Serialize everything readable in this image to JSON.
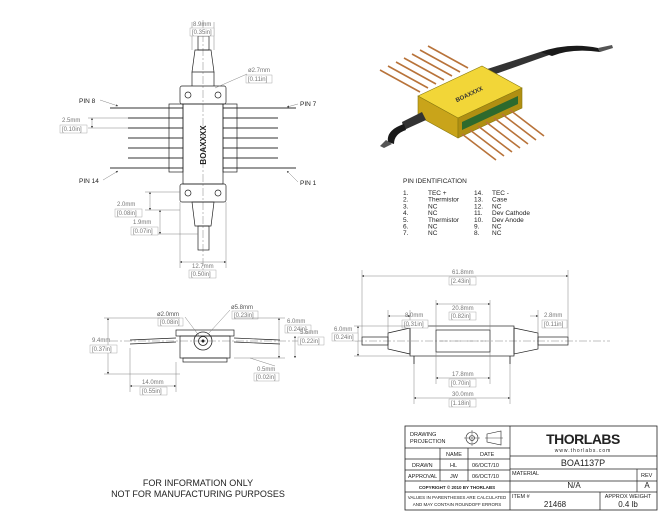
{
  "top_view": {
    "width_top": {
      "mm": "8.9mm",
      "in": "[0.35in]"
    },
    "dia_fiber": {
      "mm": "ø2.7mm",
      "in": "[0.11in]"
    },
    "pin8": "PIN 8",
    "pin7": "PIN 7",
    "pin14": "PIN 14",
    "pin1": "PIN 1",
    "pitch": {
      "mm": "2.5mm",
      "in": "[0.10in]"
    },
    "d2": {
      "mm": "2.0mm",
      "in": "[0.08in]"
    },
    "d19": {
      "mm": "1.9mm",
      "in": "[0.07in]"
    },
    "width_bottom": {
      "mm": "12.7mm",
      "in": "[0.50in]"
    },
    "body_text": "BOAXXXX"
  },
  "iso_view": {
    "body_text": "BOAXXXX"
  },
  "pin_identification": {
    "title": "PIN IDENTIFICATION",
    "left": [
      {
        "num": "1.",
        "name": "TEC +"
      },
      {
        "num": "2.",
        "name": "Thermistor"
      },
      {
        "num": "3.",
        "name": "NC"
      },
      {
        "num": "4.",
        "name": "NC"
      },
      {
        "num": "5.",
        "name": "Thermistor"
      },
      {
        "num": "6.",
        "name": "NC"
      },
      {
        "num": "7.",
        "name": "NC"
      }
    ],
    "right": [
      {
        "num": "14.",
        "name": "TEC -"
      },
      {
        "num": "13.",
        "name": "Case"
      },
      {
        "num": "12.",
        "name": "NC"
      },
      {
        "num": "11.",
        "name": "Dev Cathode"
      },
      {
        "num": "10.",
        "name": "Dev Anode"
      },
      {
        "num": "9.",
        "name": "NC"
      },
      {
        "num": "8.",
        "name": "NC"
      }
    ]
  },
  "end_view": {
    "dia_inner": {
      "mm": "ø2.0mm",
      "in": "[0.08in]"
    },
    "dia_outer": {
      "mm": "ø5.8mm",
      "in": "[0.23in]"
    },
    "h94": {
      "mm": "9.4mm",
      "in": "[0.37in]"
    },
    "h60": {
      "mm": "6.0mm",
      "in": "[0.24in]"
    },
    "h55": {
      "mm": "5.5mm",
      "in": "[0.22in]"
    },
    "t05": {
      "mm": "0.5mm",
      "in": "[0.02in]"
    },
    "w140": {
      "mm": "14.0mm",
      "in": "[0.55in]"
    }
  },
  "side_view": {
    "overall": {
      "mm": "61.8mm",
      "in": "[2.43in]"
    },
    "l80": {
      "mm": "8.0mm",
      "in": "[0.31in]"
    },
    "l208": {
      "mm": "20.8mm",
      "in": "[0.82in]"
    },
    "l28": {
      "mm": "2.8mm",
      "in": "[0.11in]"
    },
    "h60": {
      "mm": "6.0mm",
      "in": "[0.24in]"
    },
    "l178": {
      "mm": "17.8mm",
      "in": "[0.70in]"
    },
    "l300": {
      "mm": "30.0mm",
      "in": "[1.18in]"
    }
  },
  "notice": {
    "line1": "FOR INFORMATION ONLY",
    "line2": "NOT FOR MANUFACTURING PURPOSES"
  },
  "title_block": {
    "drawing_projection": [
      "DRAWING",
      "PROJECTION"
    ],
    "hdr_name": "NAME",
    "hdr_date": "DATE",
    "drawn_label": "DRAWN",
    "drawn_name": "HL",
    "drawn_date": "06/OCT/10",
    "approval_label": "APPROVAL",
    "approval_name": "JW",
    "approval_date": "06/OCT/10",
    "copyright": "COPYRIGHT © 2010 BY THORLABS",
    "note1": "VALUES IN PARENTHESES ARE CALCULATED",
    "note2": "AND MAY CONTAIN ROUNDOFF ERRORS",
    "logo": "THORLABS",
    "website": "www.thorlabs.com",
    "part_number": "BOA1137P",
    "material_label": "MATERIAL",
    "material_value": "N/A",
    "rev_label": "REV",
    "rev_value": "A",
    "item_label": "ITEM #",
    "item_value": "21468",
    "weight_label": "APPROX WEIGHT",
    "weight_value": "0.4 lb"
  }
}
